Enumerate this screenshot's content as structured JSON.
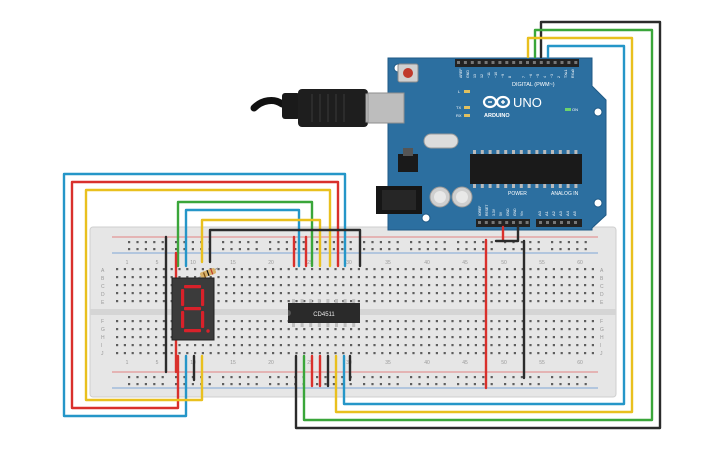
{
  "arduino": {
    "model_label": "UNO",
    "brand_label": "ARDUINO",
    "digital_header_label": "DIGITAL (PWM~)",
    "power_label": "POWER",
    "analog_label": "ANALOG IN",
    "on_label": "ON",
    "led_labels": [
      "L",
      "TX",
      "RX"
    ],
    "left_header_labels": [
      "AREF",
      "GND",
      "13",
      "12",
      "~11",
      "~10",
      "~9",
      "8"
    ],
    "right_header_labels": [
      "7",
      "~6",
      "~5",
      "4",
      "~3",
      "2",
      "TX▸1",
      "RX◂0"
    ],
    "power_pins": [
      "IOREF",
      "RESET",
      "3.3V",
      "5V",
      "GND",
      "GND",
      "Vin"
    ],
    "analog_pins": [
      "A0",
      "A1",
      "A2",
      "A3",
      "A4",
      "A5"
    ]
  },
  "decoder_chip": {
    "label": "CD4511"
  },
  "breadboard": {
    "column_numbers": [
      "1",
      "5",
      "10",
      "15",
      "20",
      "25",
      "30",
      "35",
      "40",
      "45",
      "50",
      "55",
      "60"
    ],
    "row_letters_top": [
      "A",
      "B",
      "C",
      "D",
      "E"
    ],
    "row_letters_bottom": [
      "F",
      "G",
      "H",
      "I",
      "J"
    ]
  },
  "display": {
    "digit": "8"
  },
  "colors": {
    "board": "#2c6fa0",
    "board_dark": "#1f5a86",
    "breadboard": "#e4e4e4",
    "wire_red": "#d9302c",
    "wire_blue": "#2596c8",
    "wire_yellow": "#e9c01e",
    "wire_green": "#3aa63a",
    "wire_black": "#2b2b2b",
    "segment_red": "#d8212a"
  }
}
